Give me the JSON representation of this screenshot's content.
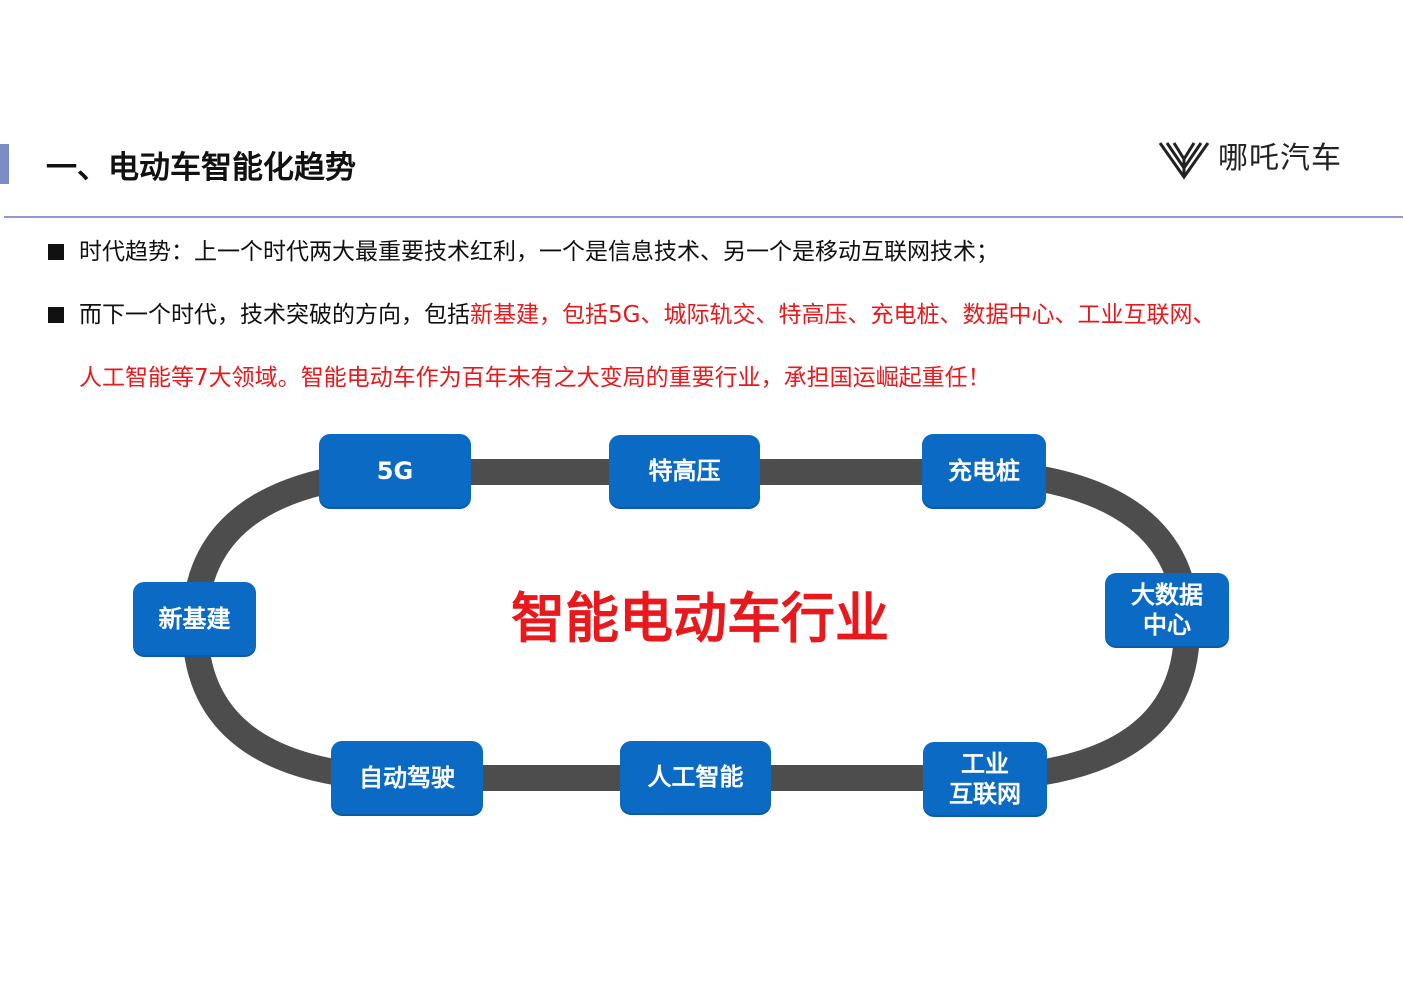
{
  "header": {
    "title": "一、电动车智能化趋势",
    "logo_text": "哪吒汽车"
  },
  "bullets": {
    "line1": "时代趋势：上一个时代两大最重要技术红利，一个是信息技术、另一个是移动互联网技术；",
    "line2_black": "而下一个时代，技术突破的方向，包括",
    "line2_red": "新基建，包括5G、城际轨交、特高压、充电桩、数据中心、工业互联网、",
    "line3_red": "人工智能等7大领域。智能电动车作为百年未有之大变局的重要行业，承担国运崛起重任！"
  },
  "diagram": {
    "center_label": "智能电动车行业",
    "nodes": {
      "5g": "5G",
      "uhv": "特高压",
      "charging": "充电桩",
      "new_infra": "新基建",
      "big_data_1": "大数据",
      "big_data_2": "中心",
      "autonomous": "自动驾驶",
      "ai": "人工智能",
      "iiot_1": "工业",
      "iiot_2": "互联网"
    }
  },
  "colors": {
    "node_fill": "#0b6bc4",
    "track": "#4d4d4d",
    "highlight_red": "#e8191c",
    "accent": "#7b8cc4"
  }
}
